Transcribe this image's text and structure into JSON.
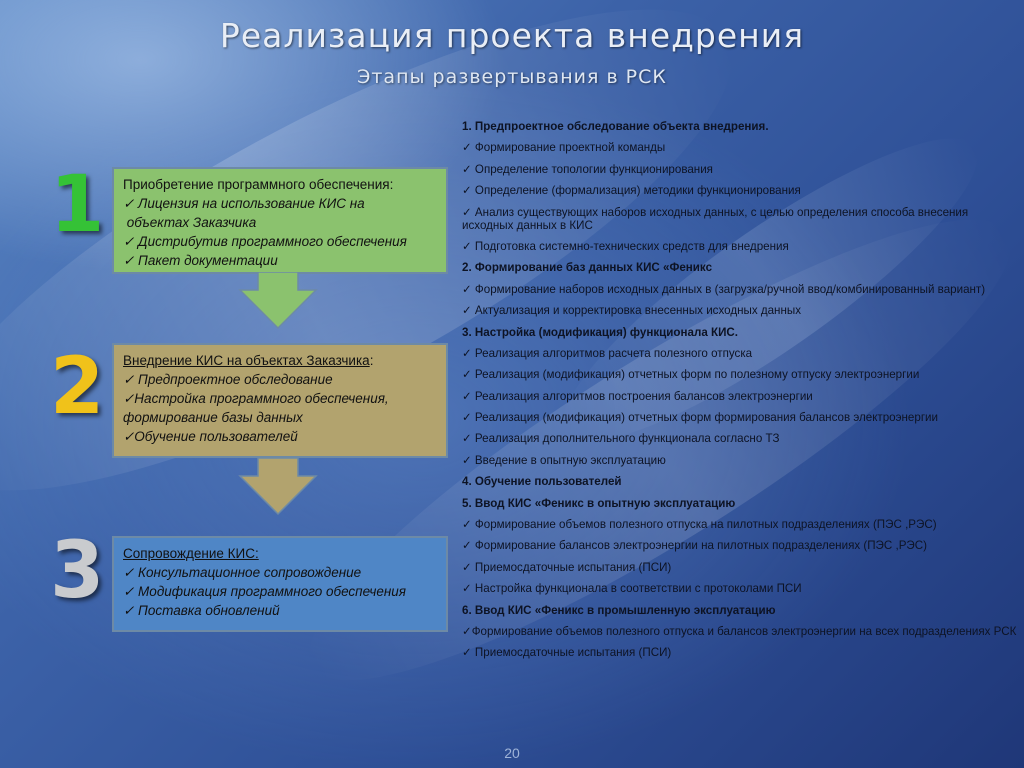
{
  "slide": {
    "title": "Реализация проекта внедрения",
    "subtitle": "Этапы развертывания в РСК",
    "page_number": "20"
  },
  "colors": {
    "stage1_fill": "#8bc26e",
    "stage2_fill": "#b2a36e",
    "stage3_fill": "#4f86c6",
    "num1": "#35c236",
    "num2": "#f0c21a",
    "num3": "#c9cbce",
    "arrow1": "#8bc26e",
    "arrow2": "#b2a36e"
  },
  "stages": [
    {
      "number": "1",
      "heading": "Приобретение программного обеспечения:",
      "items": [
        "✓ Лицензия на использование КИС на",
        " объектах Заказчика",
        "✓ Дистрибутив программного обеспечения",
        "✓ Пакет документации"
      ]
    },
    {
      "number": "2",
      "heading_underlined": "Внедрение КИС на объектах Заказчика",
      "heading_tail": ":",
      "items": [
        "✓ Предпроектное обследование",
        "✓Настройка программного обеспечения,",
        "формирование базы данных",
        "✓Обучение пользователей"
      ]
    },
    {
      "number": "3",
      "heading_underlined": "Сопровождение КИС:",
      "items": [
        "✓ Консультационное сопровождение",
        "✓ Модификация программного обеспечения",
        "✓ Поставка обновлений"
      ]
    }
  ],
  "details": [
    {
      "text": "1. Предпроектное обследование объекта внедрения.",
      "bold": true
    },
    {
      "text": "✓ Формирование проектной команды",
      "bold": false
    },
    {
      "text": "✓ Определение топологии функционирования",
      "bold": false
    },
    {
      "text": "✓ Определение (формализация) методики функционирования",
      "bold": false
    },
    {
      "text": "✓ Анализ существующих наборов исходных данных, с целью определения способа внесения исходных данных в КИС",
      "bold": false
    },
    {
      "text": "✓ Подготовка системно-технических средств для внедрения",
      "bold": false
    },
    {
      "text": "2. Формирование баз данных КИС «Феникс",
      "bold": true
    },
    {
      "text": "✓ Формирование наборов исходных данных в (загрузка/ручной ввод/комбинированный вариант)",
      "bold": false
    },
    {
      "text": "✓ Актуализация и корректировка внесенных исходных данных",
      "bold": false
    },
    {
      "text": "3. Настройка (модификация) функционала КИС.",
      "bold": true
    },
    {
      "text": "✓ Реализация алгоритмов расчета полезного отпуска",
      "bold": false
    },
    {
      "text": "✓ Реализация (модификация) отчетных форм по полезному отпуску электроэнергии",
      "bold": false
    },
    {
      "text": "✓ Реализация алгоритмов построения балансов электроэнергии",
      "bold": false
    },
    {
      "text": "✓ Реализация (модификация) отчетных форм формирования балансов электроэнергии",
      "bold": false
    },
    {
      "text": "✓ Реализация дополнительного функционала согласно ТЗ",
      "bold": false
    },
    {
      "text": "✓ Введение в опытную эксплуатацию",
      "bold": false
    },
    {
      "text": "4. Обучение пользователей",
      "bold": true
    },
    {
      "text": "5. Ввод КИС «Феникс в опытную эксплуатацию",
      "bold": true
    },
    {
      "text": "✓ Формирование объемов полезного отпуска на пилотных подразделениях (ПЭС ,РЭС)",
      "bold": false
    },
    {
      "text": "✓ Формирование балансов электроэнергии на пилотных подразделениях (ПЭС ,РЭС)",
      "bold": false
    },
    {
      "text": "✓ Приемосдаточные испытания (ПСИ)",
      "bold": false
    },
    {
      "text": "✓ Настройка функционала в соответствии с протоколами ПСИ",
      "bold": false
    },
    {
      "text": "6. Ввод КИС «Феникс в промышленную эксплуатацию",
      "bold": true
    },
    {
      "text": "✓Формирование объемов полезного отпуска  и балансов электроэнергии  на всех подразделениях РСК",
      "bold": false
    },
    {
      "text": "✓ Приемосдаточные испытания (ПСИ)",
      "bold": false
    }
  ]
}
